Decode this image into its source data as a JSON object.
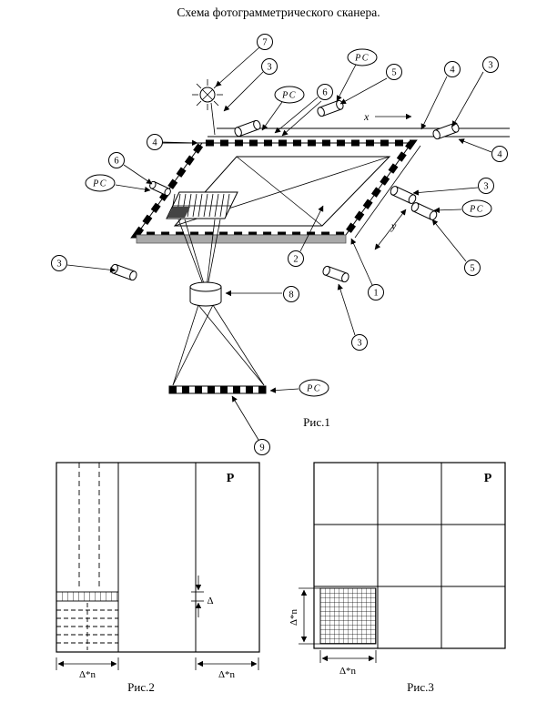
{
  "page": {
    "title": "Схема фотограмметрического сканера."
  },
  "fig1": {
    "caption": "Рис.1",
    "x_axis": "x",
    "y_axis": "y",
    "pc_label": "РС",
    "callouts": [
      "7",
      "3",
      "6",
      "5",
      "4",
      "3",
      "4",
      "6",
      "4",
      "3",
      "3",
      "5",
      "2",
      "1",
      "3",
      "8",
      "9"
    ]
  },
  "fig2": {
    "caption": "Рис.2",
    "plane_label": "P",
    "delta_label": "Δ",
    "dim_left": "Δ*n",
    "dim_right": "Δ*n"
  },
  "fig3": {
    "caption": "Рис.3",
    "plane_label": "P",
    "dim_bottom": "Δ*n",
    "dim_side": "Δ*n"
  }
}
